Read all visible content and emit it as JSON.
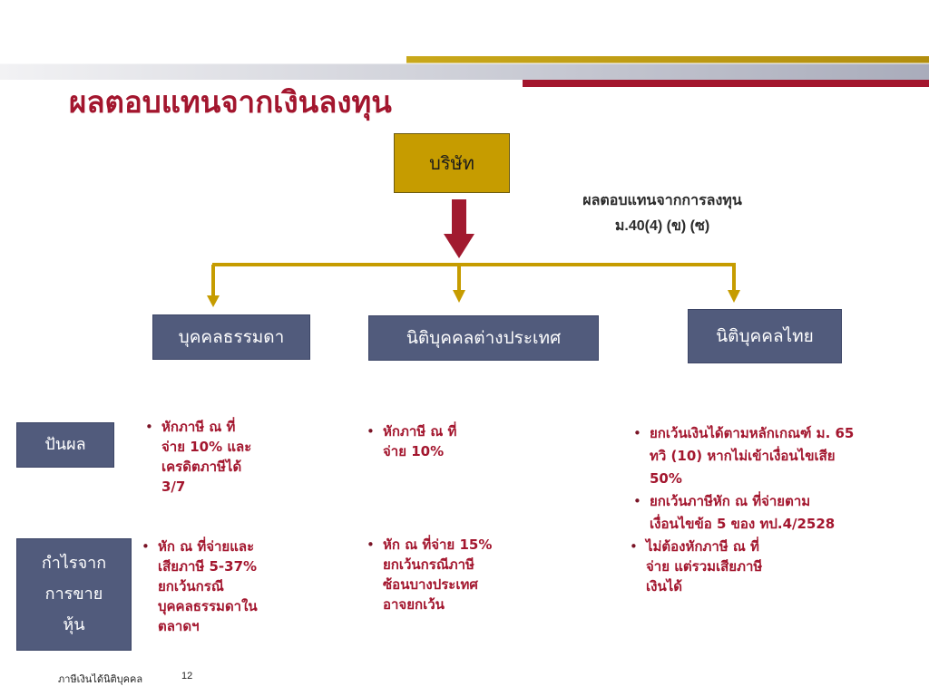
{
  "title": "ผลตอบแทนจากเงินลงทุน",
  "top_box": "บริษัท",
  "caption": {
    "line1": "ผลตอบแทนจากการลงทุน",
    "line2": "ม.40(4) (ข) (ซ)"
  },
  "branches": {
    "left": "บุคคลธรรมดา",
    "middle": "นิติบุคคลต่างประเทศ",
    "right": "นิติบุคคลไทย"
  },
  "row_labels": {
    "dividend": "ปันผล",
    "capital_gain": "กำไรจาก\nการขาย\nหุ้น"
  },
  "dividend": {
    "left": [
      "หักภาษี ณ ที่\nจ่าย 10% และ\nเครดิตภาษีได้\n3/7"
    ],
    "middle": [
      "หักภาษี ณ ที่\nจ่าย 10%"
    ],
    "right": [
      "ยกเว้นเงินได้ตามหลักเกณฑ์ ม. 65\nทวิ (10) หากไม่เข้าเงื่อนไขเสีย\n50%",
      "ยกเว้นภาษีหัก ณ ที่จ่ายตาม\nเงื่อนไขข้อ 5 ของ ทป.4/2528"
    ]
  },
  "capital_gain": {
    "left": [
      "หัก ณ ที่จ่ายและ\nเสียภาษี 5-37%\nยกเว้นกรณี\nบุคคลธรรมดาใน\nตลาดฯ"
    ],
    "middle": [
      "หัก ณ ที่จ่าย 15%\nยกเว้นกรณีภาษี\nซ้อนบางประเทศ\nอาจยกเว้น"
    ],
    "right": [
      "ไม่ต้องหักภาษี ณ ที่\nจ่าย แต่รวมเสียภาษี\nเงินได้"
    ]
  },
  "footer": {
    "text": "ภาษีเงินได้นิติบุคคล",
    "page": "12"
  },
  "colors": {
    "accent_red": "#a3162e",
    "gold": "#c69c00",
    "navy": "#515b7c",
    "arrow_red": "#a11a2f"
  }
}
